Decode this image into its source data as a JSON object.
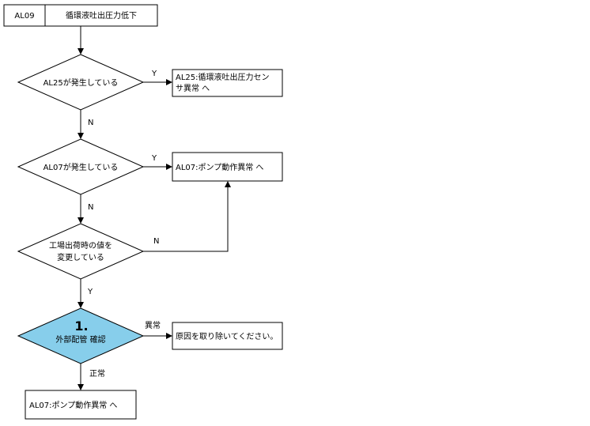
{
  "header": {
    "code": "AL09",
    "title": "循環液吐出圧力低下"
  },
  "decisions": [
    {
      "text": "AL25が発生している"
    },
    {
      "text": "AL07が発生している"
    },
    {
      "line1": "工場出荷時の値を",
      "line2": "変更している"
    },
    {
      "number": "1.",
      "text": "外部配管 確認"
    }
  ],
  "results": {
    "al25_line1": "AL25:循環液吐出圧力セン",
    "al25_line2": "サ異常 へ",
    "al07_pump": "AL07:ポンプ動作異常 へ",
    "remove_cause": "原因を取り除いてください。",
    "al07_pump_bottom": "AL07:ポンプ動作異常 へ"
  },
  "edge_labels": {
    "d1_yes": "Y",
    "d1_no": "N",
    "d2_yes": "Y",
    "d2_no": "N",
    "d3_no": "N",
    "d3_yes": "Y",
    "d4_abnormal": "異常",
    "d4_normal": "正常"
  },
  "colors": {
    "highlight": "#87ceeb"
  }
}
